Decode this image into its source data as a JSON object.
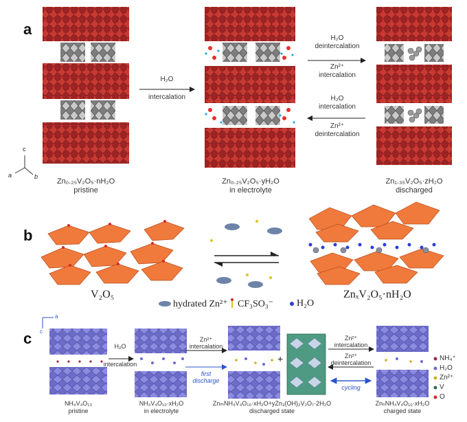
{
  "panel_a": {
    "letter": "a",
    "structure1": {
      "formula": "Zn₀.₂₅V₂O₅·nH₂O",
      "state": "pristine"
    },
    "structure2": {
      "formula": "Zn₀.₂₅V₂O₅·yH₂O",
      "state": "in electrolyte"
    },
    "structure3": {
      "formula": "Zn₁.₃₅V₂O₅·zH₂O",
      "state": "discharged"
    },
    "arrow1": {
      "line1": "H₂O",
      "line2": "intercalation"
    },
    "arrow_fwd": {
      "line1": "H₂O",
      "line2": "deintercalation",
      "line3": "Zn²⁺",
      "line4": "intercalation"
    },
    "arrow_back": {
      "line1": "H₂O",
      "line2": "intercalation",
      "line3": "Zn²⁺",
      "line4": "deintercalation"
    },
    "axes": {
      "c": "c",
      "a": "a",
      "b": "b"
    }
  },
  "panel_b": {
    "letter": "b",
    "left_label": "V₂O₅",
    "right_label": "ZnₓV₂O₅·nH₂O",
    "legend": {
      "item1": "hydrated Zn²⁺",
      "item2": "CF₃SO₃⁻",
      "item3": "H₂O"
    }
  },
  "panel_c": {
    "letter": "c",
    "axes": {
      "a": "a",
      "c": "c"
    },
    "s1": {
      "formula": "NH₄V₄O₁₀",
      "state": "pristine"
    },
    "s2": {
      "formula": "NH₄V₄O₁₀·xH₂O",
      "state": "in electrolyte"
    },
    "s3": {
      "formula": "ZnₘNH₄V₄O₁₀·xH₂O+yZn₃(OH)₂V₂O₇·2H₂O",
      "state": "discharged state"
    },
    "s4": {
      "formula": "ZnₙNH₄V₄O₁₀·xH₂O",
      "state": "charged state"
    },
    "arrow1": {
      "line1": "H₂O",
      "line2": "intercalation"
    },
    "arrow2": {
      "top1": "Zn²⁺",
      "top2": "intercalation",
      "bottom1": "first",
      "bottom2": "discharge"
    },
    "plus": "+",
    "arrow3": {
      "top1": "Zn²⁺",
      "top2": "intercalation",
      "mid1": "Zn²⁺",
      "mid2": "deintercalation",
      "bottom": "cycling"
    },
    "legend": [
      "NH₄⁺",
      "H₂O",
      "Zn²⁺",
      "V",
      "O"
    ]
  },
  "colors": {
    "red_octahedra": "#b52a2a",
    "grey_octahedra": "#8a8a8a",
    "orange_pyramids": "#f07a3c",
    "purple_layers": "#7f7fd6",
    "blue_arrow": "#2b54c8",
    "water_blue": "#2a3fd0"
  }
}
